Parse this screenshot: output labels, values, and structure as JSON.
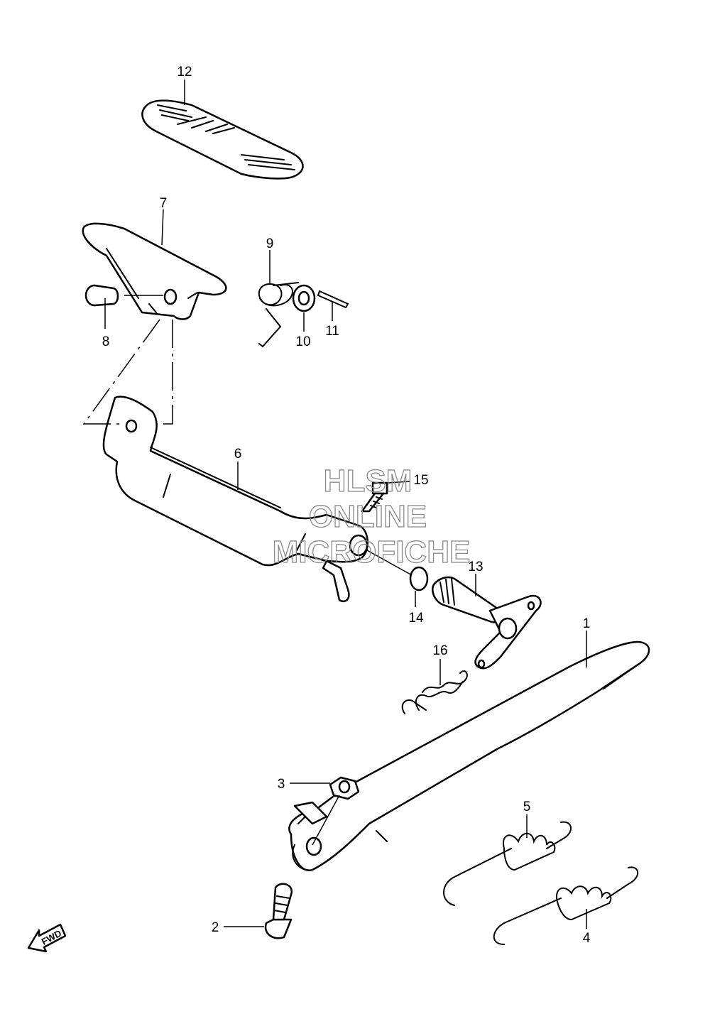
{
  "labels": [
    "1",
    "2",
    "3",
    "4",
    "5",
    "6",
    "7",
    "8",
    "9",
    "10",
    "11",
    "12",
    "13",
    "14",
    "15",
    "16"
  ],
  "watermark": {
    "line1": "HLSM",
    "line2": "ONLINE",
    "line3": "MICROFICHE"
  },
  "direction_arrow": {
    "text": "FWD",
    "icon": "fwd-arrow-icon"
  },
  "colors": {
    "line": "#000000",
    "background": "#ffffff",
    "watermark": "#8a8a8a"
  }
}
